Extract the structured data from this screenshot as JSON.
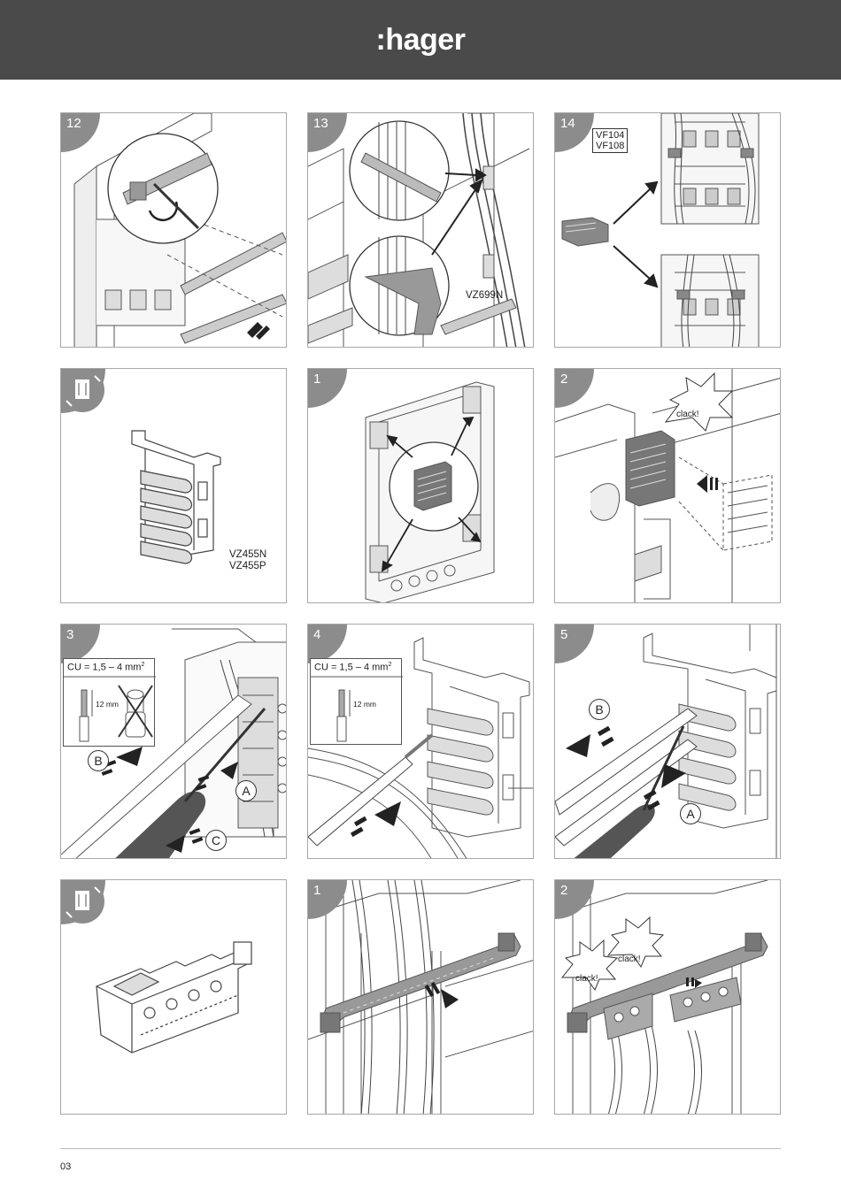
{
  "header": {
    "brand": ":hager",
    "bg": "#4a4a4a"
  },
  "footer": {
    "page_number": "03"
  },
  "panels": {
    "p12": {
      "number": "12"
    },
    "p13": {
      "number": "13",
      "product": "VZ699N"
    },
    "p14": {
      "number": "14",
      "product_line1": "VF104",
      "product_line2": "VF108"
    },
    "p_remove1": {
      "icon": "module-removal-icon",
      "product_line1": "VZ455N",
      "product_line2": "VZ455P"
    },
    "p1a": {
      "number": "1"
    },
    "p2a": {
      "number": "2",
      "sound": "clack!"
    },
    "p3": {
      "number": "3",
      "spec": "CU = 1,5 – 4 mm",
      "spec_sup": "2",
      "strip": "12 mm",
      "markers": [
        "B",
        "A",
        "C"
      ]
    },
    "p4": {
      "number": "4",
      "spec": "CU = 1,5 – 4 mm",
      "spec_sup": "2",
      "strip": "12 mm"
    },
    "p5": {
      "number": "5",
      "markers": [
        "B",
        "A"
      ]
    },
    "p_remove2": {
      "icon": "module-removal-icon"
    },
    "p1b": {
      "number": "1"
    },
    "p2b": {
      "number": "2",
      "sound1": "clack!",
      "sound2": "clack!"
    }
  }
}
